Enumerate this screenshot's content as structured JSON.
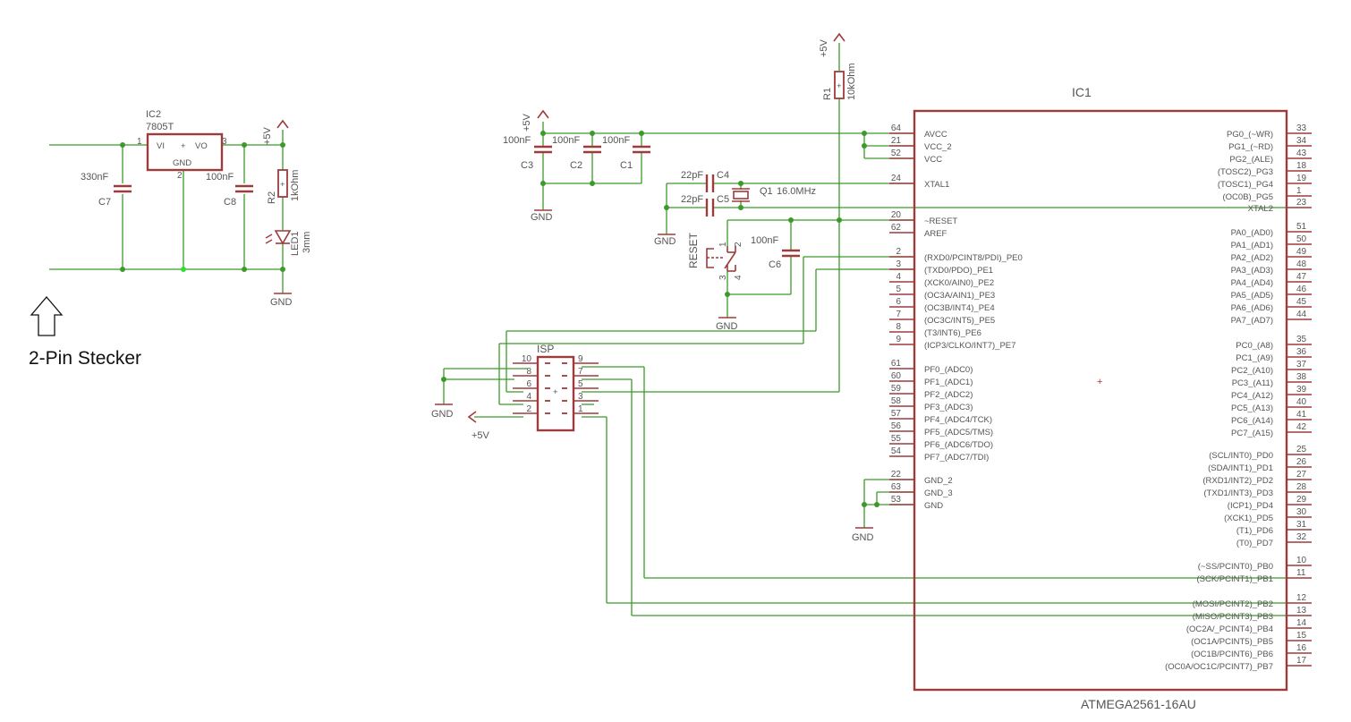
{
  "schematic": {
    "ic1": {
      "name": "IC1",
      "value": "ATMEGA2561-16AU",
      "left_pins": [
        {
          "num": "64",
          "label": "AVCC"
        },
        {
          "num": "21",
          "label": "VCC_2"
        },
        {
          "num": "52",
          "label": "VCC"
        },
        {
          "num": "24",
          "label": "XTAL1"
        },
        {
          "num": "20",
          "label": "~RESET"
        },
        {
          "num": "62",
          "label": "AREF"
        },
        {
          "num": "2",
          "label": "(RXD0/PCINT8/PDI)_PE0"
        },
        {
          "num": "3",
          "label": "(TXD0/PDO)_PE1"
        },
        {
          "num": "4",
          "label": "(XCK0/AIN0)_PE2"
        },
        {
          "num": "5",
          "label": "(OC3A/AIN1)_PE3"
        },
        {
          "num": "6",
          "label": "(OC3B/INT4)_PE4"
        },
        {
          "num": "7",
          "label": "(OC3C/INT5)_PE5"
        },
        {
          "num": "8",
          "label": "(T3/INT6)_PE6"
        },
        {
          "num": "9",
          "label": "(ICP3/CLKO/INT7)_PE7"
        },
        {
          "num": "61",
          "label": "PF0_(ADC0)"
        },
        {
          "num": "60",
          "label": "PF1_(ADC1)"
        },
        {
          "num": "59",
          "label": "PF2_(ADC2)"
        },
        {
          "num": "58",
          "label": "PF3_(ADC3)"
        },
        {
          "num": "57",
          "label": "PF4_(ADC4/TCK)"
        },
        {
          "num": "56",
          "label": "PF5_(ADC5/TMS)"
        },
        {
          "num": "55",
          "label": "PF6_(ADC6/TDO)"
        },
        {
          "num": "54",
          "label": "PF7_(ADC7/TDI)"
        },
        {
          "num": "22",
          "label": "GND_2"
        },
        {
          "num": "63",
          "label": "GND_3"
        },
        {
          "num": "53",
          "label": "GND"
        }
      ],
      "right_pins": [
        {
          "num": "33",
          "label": "PG0_(~WR)"
        },
        {
          "num": "34",
          "label": "PG1_(~RD)"
        },
        {
          "num": "43",
          "label": "PG2_(ALE)"
        },
        {
          "num": "18",
          "label": "(TOSC2)_PG3"
        },
        {
          "num": "19",
          "label": "(TOSC1)_PG4"
        },
        {
          "num": "1",
          "label": "(OC0B)_PG5"
        },
        {
          "num": "23",
          "label": "XTAL2"
        },
        {
          "num": "51",
          "label": "PA0_(AD0)"
        },
        {
          "num": "50",
          "label": "PA1_(AD1)"
        },
        {
          "num": "49",
          "label": "PA2_(AD2)"
        },
        {
          "num": "48",
          "label": "PA3_(AD3)"
        },
        {
          "num": "47",
          "label": "PA4_(AD4)"
        },
        {
          "num": "46",
          "label": "PA5_(AD5)"
        },
        {
          "num": "45",
          "label": "PA6_(AD6)"
        },
        {
          "num": "44",
          "label": "PA7_(AD7)"
        },
        {
          "num": "35",
          "label": "PC0_(A8)"
        },
        {
          "num": "36",
          "label": "PC1_(A9)"
        },
        {
          "num": "37",
          "label": "PC2_(A10)"
        },
        {
          "num": "38",
          "label": "PC3_(A11)"
        },
        {
          "num": "39",
          "label": "PC4_(A12)"
        },
        {
          "num": "40",
          "label": "PC5_(A13)"
        },
        {
          "num": "41",
          "label": "PC6_(A14)"
        },
        {
          "num": "42",
          "label": "PC7_(A15)"
        },
        {
          "num": "25",
          "label": "(SCL/INT0)_PD0"
        },
        {
          "num": "26",
          "label": "(SDA/INT1)_PD1"
        },
        {
          "num": "27",
          "label": "(RXD1/INT2)_PD2"
        },
        {
          "num": "28",
          "label": "(TXD1/INT3)_PD3"
        },
        {
          "num": "29",
          "label": "(ICP1)_PD4"
        },
        {
          "num": "30",
          "label": "(XCK1)_PD5"
        },
        {
          "num": "31",
          "label": "(T1)_PD6"
        },
        {
          "num": "32",
          "label": "(T0)_PD7"
        },
        {
          "num": "10",
          "label": "(~SS/PCINT0)_PB0"
        },
        {
          "num": "11",
          "label": "(SCK/PCINT1)_PB1"
        },
        {
          "num": "12",
          "label": "(MOSI/PCINT2)_PB2"
        },
        {
          "num": "13",
          "label": "(MISO/PCINT3)_PB3"
        },
        {
          "num": "14",
          "label": "(OC2A/_PCINT4)_PB4"
        },
        {
          "num": "15",
          "label": "(OC1A/PCINT5)_PB5"
        },
        {
          "num": "16",
          "label": "(OC1B/PCINT6)_PB6"
        },
        {
          "num": "17",
          "label": "(OC0A/OC1C/PCINT7)_PB7"
        }
      ]
    },
    "ic2": {
      "name": "IC2",
      "value": "7805T",
      "vi": "VI",
      "vo": "VO",
      "gnd": "GND",
      "pin1": "1",
      "pin2": "2",
      "pin3": "3"
    },
    "c7": {
      "name": "C7",
      "value": "330nF"
    },
    "c8": {
      "name": "C8",
      "value": "100nF"
    },
    "r2": {
      "name": "R2",
      "value": "1kOhm"
    },
    "led1": {
      "name": "LED1",
      "value": "3mm"
    },
    "c3": {
      "name": "C3",
      "value": "100nF"
    },
    "c2": {
      "name": "C2",
      "value": "100nF"
    },
    "c1": {
      "name": "C1",
      "value": "100nF"
    },
    "c4": {
      "name": "C4",
      "value": "22pF"
    },
    "c5": {
      "name": "C5",
      "value": "22pF"
    },
    "q1": {
      "name": "Q1",
      "value": "16.0MHz"
    },
    "c6": {
      "name": "C6",
      "value": "100nF"
    },
    "r1": {
      "name": "R1",
      "value": "10kOhm"
    },
    "reset": {
      "name": "RESET",
      "pin1": "1",
      "pin2": "2",
      "pin3": "3",
      "pin4": "4"
    },
    "isp": {
      "name": "ISP",
      "left_nums": [
        "10",
        "8",
        "6",
        "4",
        "2"
      ],
      "right_nums": [
        "9",
        "7",
        "5",
        "3",
        "1"
      ]
    },
    "supply": {
      "vcc": "+5V",
      "gnd": "GND"
    },
    "connector_label": "2-Pin Stecker"
  }
}
